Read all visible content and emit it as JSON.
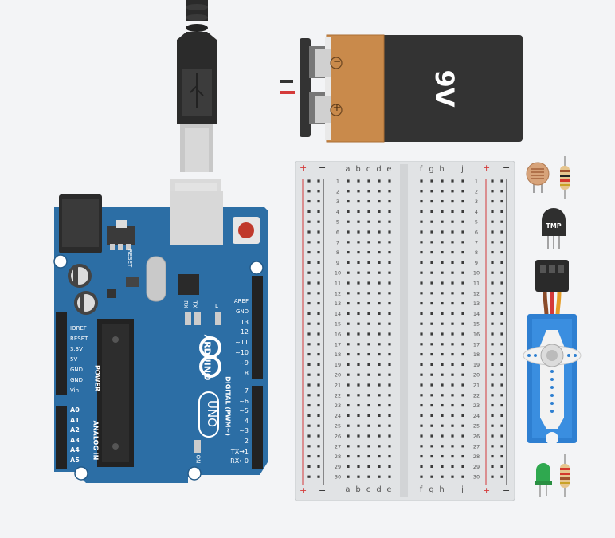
{
  "canvas": {
    "background": "#f3f4f6"
  },
  "colors": {
    "arduino_board": "#2c6ea5",
    "breadboard": "#e1e3e5",
    "battery_body": "#c98a4b",
    "battery_cap": "#333333",
    "rail_positive": "#d43a3a",
    "rail_negative": "#2a2a2a",
    "servo": "#2e7fd1",
    "led": "#2fa84f"
  },
  "battery": {
    "voltage_label": "9V",
    "negative_symbol": "−",
    "positive_symbol": "+"
  },
  "arduino": {
    "brand": "ARDUINO",
    "model": "UNO",
    "reset_label": "RESET",
    "tx_label": "TX",
    "rx_label": "RX",
    "l_label": "L",
    "on_label": "ON",
    "power_title": "POWER",
    "analog_title": "ANALOG IN",
    "digital_title": "DIGITAL (PWM~)",
    "power_pins": [
      "IOREF",
      "RESET",
      "3.3V",
      "5V",
      "GND",
      "GND",
      "Vin"
    ],
    "analog_pins": [
      "A0",
      "A1",
      "A2",
      "A3",
      "A4",
      "A5"
    ],
    "digital_top": [
      "AREF",
      "GND",
      "13",
      "12",
      "~11",
      "~10",
      "~9",
      "8"
    ],
    "digital_bottom": [
      "7",
      "~6",
      "~5",
      "4",
      "~3",
      "2",
      "TX→1",
      "RX←0"
    ]
  },
  "breadboard": {
    "rail_plus": "+",
    "rail_minus": "−",
    "columns_left": [
      "a",
      "b",
      "c",
      "d",
      "e"
    ],
    "columns_right": [
      "f",
      "g",
      "h",
      "i",
      "j"
    ],
    "row_count": 30
  },
  "components": {
    "temp_sensor_label": "TMP"
  }
}
